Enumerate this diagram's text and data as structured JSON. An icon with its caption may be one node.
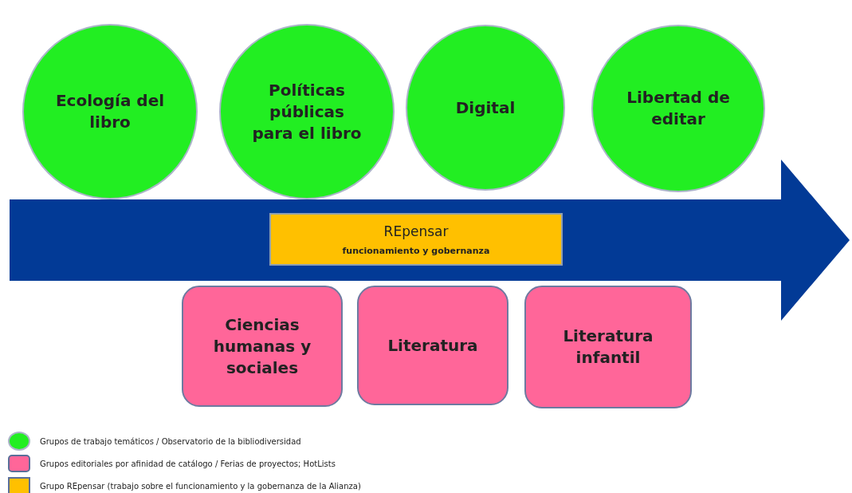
{
  "diagram": {
    "nodes": [
      {
        "text": [
          "Ecología del libro"
        ]
      },
      {
        "text": [
          "Políticas públicas para el libro"
        ]
      },
      {
        "text": [
          "Digital"
        ]
      },
      {
        "text": [
          "Libertad de editar"
        ]
      },
      {
        "text": [],
        "shape": "arrow"
      },
      {
        "text": [
          "REpensar",
          "funcionamiento y gobernanza"
        ],
        "in": 4
      },
      {
        "text": [
          "Ciencias humanas y sociales"
        ]
      },
      {
        "text": [
          "Literatura"
        ]
      },
      {
        "text": [
          "Literatura infantil"
        ]
      }
    ],
    "edges": [],
    "legend": [
      {
        "text": "Grupos de trabajo temáticos / Observatorio de la bibliodiversidad",
        "color": "#22ee22"
      },
      {
        "text": "Grupos editoriales por afinidad de catálogo / Ferias de proyectos; HotLists",
        "color": "#ff6699"
      },
      {
        "text": "Grupo REpensar (trabajo sobre el funcionamiento y la gobernanza de la Alianza)",
        "color": "#ffc000"
      }
    ]
  }
}
